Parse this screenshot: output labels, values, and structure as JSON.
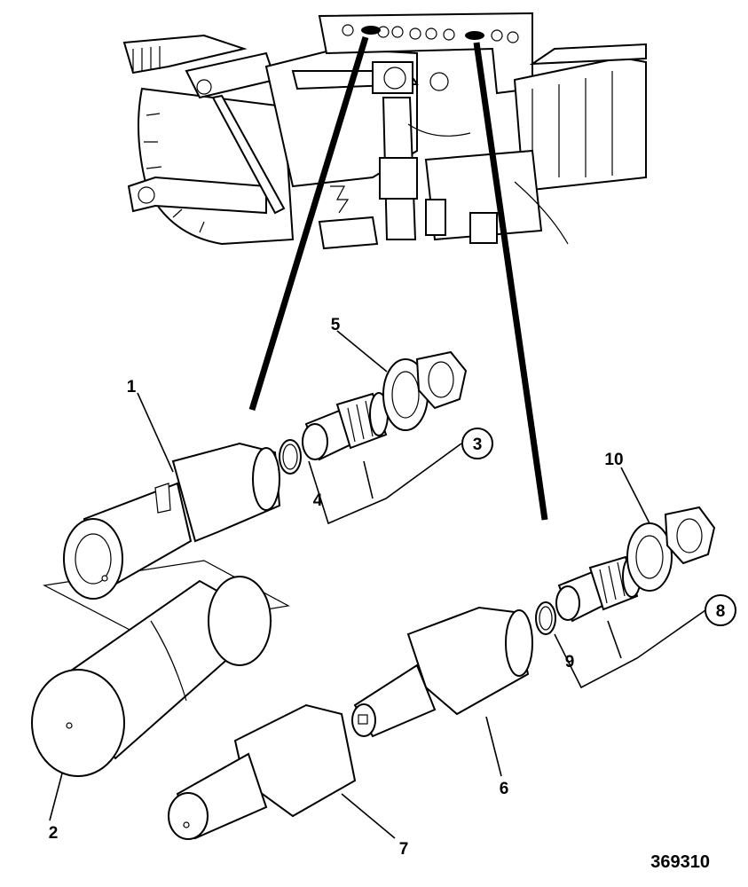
{
  "figure_number": "369310",
  "callouts": {
    "c1": "1",
    "c2": "2",
    "c3": "3",
    "c4": "4",
    "c5": "5",
    "c6": "6",
    "c7": "7",
    "c8": "8",
    "c9": "9",
    "c10": "10"
  }
}
